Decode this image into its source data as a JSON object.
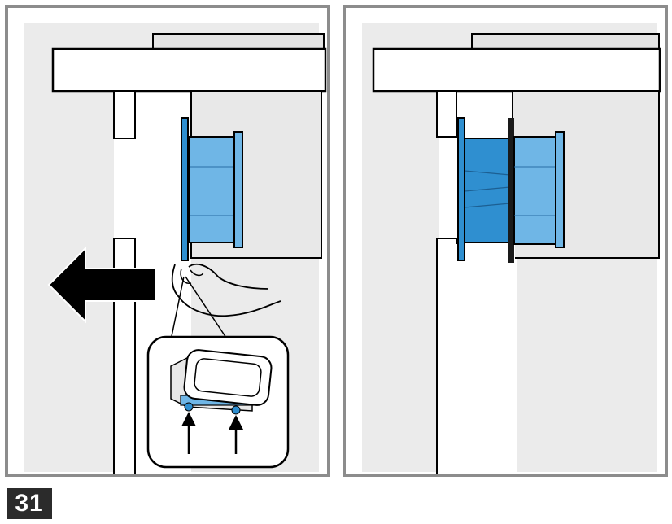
{
  "step": {
    "number": "31"
  },
  "colors": {
    "frame": "#8c8c8c",
    "wall": "#ebebeb",
    "vent_blue": "#6fb6e6",
    "vent_blue_dark": "#2f8fd0",
    "arrow": "#000000",
    "badge": "#2b2b2b"
  },
  "panels": [
    {
      "id": "left",
      "action": "pull-left",
      "shows_detail_inset": true,
      "arrow": "arrow-left"
    },
    {
      "id": "right",
      "action": "installed",
      "shows_detail_inset": false,
      "arrow": ""
    }
  ]
}
